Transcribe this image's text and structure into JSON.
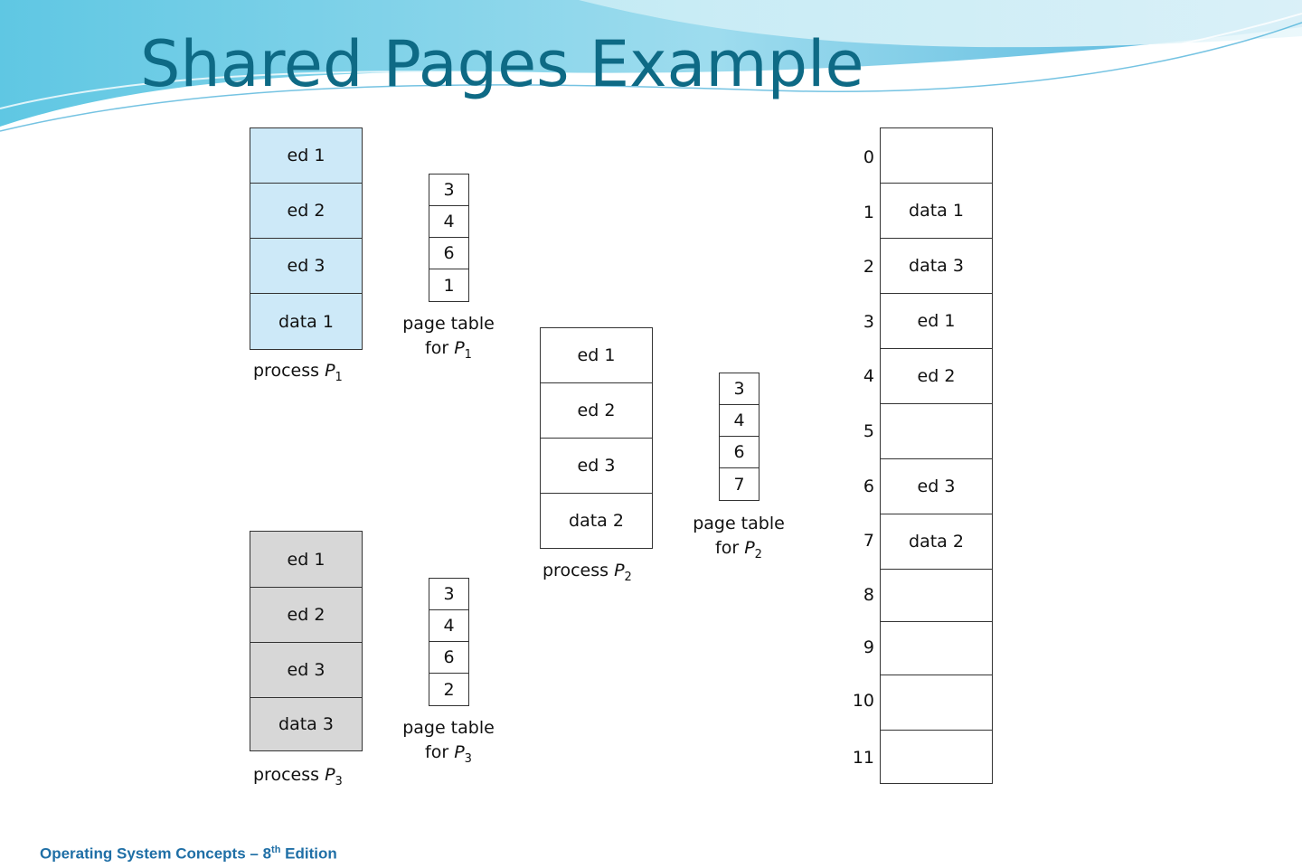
{
  "slide": {
    "title": "Shared Pages Example",
    "footer": {
      "prefix": "Operating System Concepts – 8",
      "superscript": "th",
      "suffix": " Edition"
    }
  },
  "colors": {
    "title": "#0e6a85",
    "footer": "#1f6fa6",
    "process_p1_fill": "#cde9f8",
    "process_p3_fill": "#d7d7d7"
  },
  "processes": [
    {
      "id": "p1",
      "pages": [
        "ed 1",
        "ed 2",
        "ed 3",
        "data 1"
      ],
      "caption": "process ",
      "var": "P",
      "sub": "1"
    },
    {
      "id": "p2",
      "pages": [
        "ed 1",
        "ed 2",
        "ed 3",
        "data 2"
      ],
      "caption": "process ",
      "var": "P",
      "sub": "2"
    },
    {
      "id": "p3",
      "pages": [
        "ed 1",
        "ed 2",
        "ed 3",
        "data 3"
      ],
      "caption": "process ",
      "var": "P",
      "sub": "3"
    }
  ],
  "page_tables": [
    {
      "id": "pt1",
      "entries": [
        "3",
        "4",
        "6",
        "1"
      ],
      "caption_line1": "page table",
      "caption_line2": "for ",
      "var": "P",
      "sub": "1"
    },
    {
      "id": "pt2",
      "entries": [
        "3",
        "4",
        "6",
        "7"
      ],
      "caption_line1": "page table",
      "caption_line2": "for ",
      "var": "P",
      "sub": "2"
    },
    {
      "id": "pt3",
      "entries": [
        "3",
        "4",
        "6",
        "2"
      ],
      "caption_line1": "page table",
      "caption_line2": "for ",
      "var": "P",
      "sub": "3"
    }
  ],
  "physical_memory": {
    "frames": [
      {
        "number": "0",
        "content": ""
      },
      {
        "number": "1",
        "content": "data 1"
      },
      {
        "number": "2",
        "content": "data 3"
      },
      {
        "number": "3",
        "content": "ed 1"
      },
      {
        "number": "4",
        "content": "ed 2"
      },
      {
        "number": "5",
        "content": ""
      },
      {
        "number": "6",
        "content": "ed 3"
      },
      {
        "number": "7",
        "content": "data 2"
      },
      {
        "number": "8",
        "content": ""
      },
      {
        "number": "9",
        "content": ""
      },
      {
        "number": "10",
        "content": ""
      },
      {
        "number": "11",
        "content": ""
      }
    ]
  }
}
